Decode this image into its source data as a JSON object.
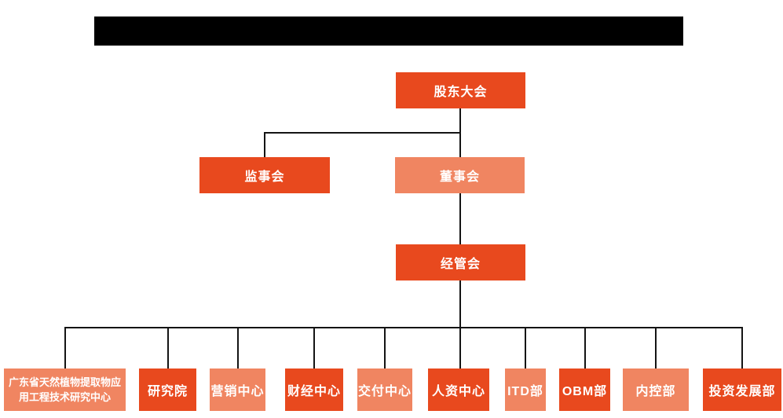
{
  "title_bar": {
    "visible_text": ""
  },
  "colors": {
    "primary": "#E8491E",
    "secondary": "#F08561",
    "line": "#141414",
    "node_text": "#FFFFFF",
    "redacted_bar": "#000000",
    "background": "#FFFFFF"
  },
  "org_chart": {
    "root": {
      "label": "股东大会",
      "variant": "primary"
    },
    "level_2": [
      {
        "label": "监事会",
        "variant": "primary"
      },
      {
        "label": "董事会",
        "variant": "secondary"
      }
    ],
    "level_3": [
      {
        "label": "经管会",
        "variant": "primary"
      }
    ],
    "departments": [
      {
        "label": "广东省天然植物提取物应用工程技术研究中心",
        "variant": "secondary"
      },
      {
        "label": "研究院",
        "variant": "primary"
      },
      {
        "label": "营销中心",
        "variant": "secondary"
      },
      {
        "label": "财经中心",
        "variant": "primary"
      },
      {
        "label": "交付中心",
        "variant": "secondary"
      },
      {
        "label": "人资中心",
        "variant": "primary"
      },
      {
        "label": "ITD部",
        "variant": "secondary"
      },
      {
        "label": "OBM部",
        "variant": "primary"
      },
      {
        "label": "内控部",
        "variant": "secondary"
      },
      {
        "label": "投资发展部",
        "variant": "primary"
      }
    ]
  }
}
